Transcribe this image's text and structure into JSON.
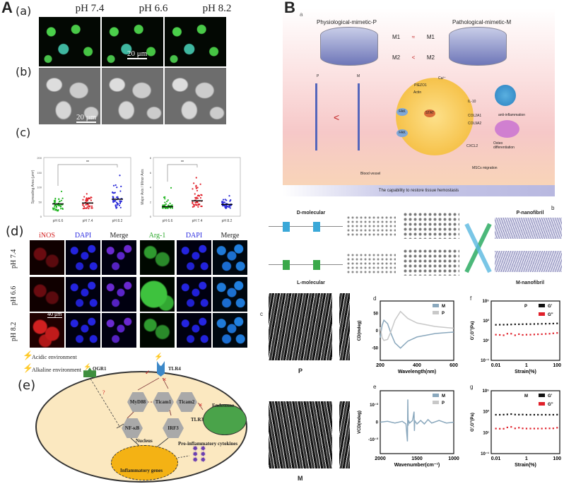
{
  "panelA": {
    "label": "A",
    "sub_a": "(a)",
    "sub_b": "(b)",
    "sub_c": "(c)",
    "sub_d": "(d)",
    "sub_e": "(e)",
    "columns": [
      "pH 7.4",
      "pH 6.6",
      "pH 8.2"
    ],
    "scale_a": "20 μm",
    "scale_b": "20 μm",
    "d_headers": [
      "iNOS",
      "DAPI",
      "Merge",
      "Arg-1",
      "DAPI",
      "Merge"
    ],
    "d_header_colors": [
      "#d42020",
      "#2a2ae0",
      "#222222",
      "#2aa82a",
      "#2a2ae0",
      "#222222"
    ],
    "d_rows": [
      "pH 7.4",
      "pH 6.6",
      "pH 8.2"
    ],
    "d_scale": "40 μm",
    "legend": [
      "Acidic environment",
      "Alkaline environment"
    ],
    "pathway": {
      "ogr1": "OGR1",
      "tlr4": "TLR4",
      "tlr3": "TLR3",
      "myd88": "MyD88",
      "ticam1": "Ticam1",
      "ticam2": "Ticam2",
      "nfkb": "NF-κB",
      "irf3": "IRF3",
      "endosome": "Endosome",
      "nucleus": "Nucleus",
      "genes": "Inflammatory genes",
      "cytokines": "Pro-inflammatory cytokines",
      "question": "?"
    }
  },
  "panelB": {
    "label": "B",
    "sub_a": "a",
    "sub_b": "b",
    "sub_c": "c",
    "sub_d": "d",
    "sub_e": "e",
    "sub_f": "f",
    "sub_g": "g",
    "illus": {
      "left_title": "Physiological-mimetic-P",
      "right_title": "Pathological-mimetic-M",
      "m1a": "M1",
      "m1sym": "≈",
      "m1b": "M1",
      "m2a": "M2",
      "m2sym": "<",
      "m2b": "M2",
      "p": "P",
      "m": "M",
      "lt": "<",
      "piezo": "PIEZO1",
      "ca": "Ca²⁺",
      "actin": "Actin",
      "fak1": "FAK",
      "fak2": "FAK",
      "stat": "STAT",
      "il10": "IL-10",
      "col2a1": "COL2A1",
      "col9a2": "COL9A2",
      "cxcl2": "CXCL2",
      "anti": "anti-inflammation",
      "osteo": "Osteo differentiation",
      "blood": "Blood vessel",
      "mscs": "MSCs migration",
      "band": "The capability to restore tissue hemostasis"
    },
    "mol": {
      "d": "D-molecular",
      "l": "L-molecular",
      "pn": "P-nanofibril",
      "mn": "M-nanofibril"
    },
    "c_labels": [
      "P",
      "M"
    ],
    "colors": {
      "M": "#8aa8bd",
      "P": "#c8c8c8",
      "Gp": "#111111",
      "Gpp": "#e0202a"
    }
  },
  "chart_data": [
    {
      "id": "A-c1",
      "type": "scatter",
      "ylabel": "Spreading Area (μm²)",
      "categories": [
        "pH 6.6",
        "pH 7.4",
        "pH 8.2"
      ],
      "yticks": [
        0,
        50,
        100,
        150,
        200
      ],
      "ylim": [
        0,
        200
      ],
      "medians": [
        42,
        45,
        58
      ],
      "ranges": [
        [
          15,
          90
        ],
        [
          20,
          90
        ],
        [
          22,
          160
        ]
      ],
      "colors": [
        "#1fb51f",
        "#e0202a",
        "#2a2ad8"
      ],
      "significance": "**"
    },
    {
      "id": "A-c2",
      "type": "scatter",
      "ylabel": "Major Axis / Minor Axis",
      "categories": [
        "pH 6.6",
        "pH 7.4",
        "pH 8.2"
      ],
      "yticks": [
        0,
        2,
        4,
        6,
        8
      ],
      "ylim": [
        0,
        8
      ],
      "medians": [
        1.3,
        2.1,
        1.6
      ],
      "ranges": [
        [
          1,
          4.1
        ],
        [
          1,
          6.3
        ],
        [
          1,
          3.1
        ]
      ],
      "colors": [
        "#1fb51f",
        "#e0202a",
        "#2a2ad8"
      ],
      "significance": "**"
    },
    {
      "id": "B-d",
      "type": "line",
      "xlabel": "Wavelength(nm)",
      "ylabel": "CD(mdeg)",
      "xlim": [
        200,
        600
      ],
      "ylim": [
        -85,
        85
      ],
      "xticks": [
        200,
        400,
        600
      ],
      "yticks": [
        50,
        0,
        -50
      ],
      "x": [
        200,
        210,
        220,
        240,
        260,
        280,
        310,
        350,
        400,
        500,
        600
      ],
      "series": [
        {
          "name": "M",
          "values": [
            -20,
            15,
            30,
            20,
            -10,
            -35,
            -50,
            -30,
            -18,
            -8,
            -4
          ]
        },
        {
          "name": "P",
          "values": [
            10,
            -20,
            -28,
            -25,
            0,
            30,
            55,
            35,
            22,
            12,
            7
          ]
        }
      ]
    },
    {
      "id": "B-e",
      "type": "line",
      "xlabel": "Wavenumber(cm⁻¹)",
      "ylabel": "VCD(mdeg)",
      "xlim": [
        2000,
        1000
      ],
      "ylim": [
        -0.0018,
        0.0018
      ],
      "xticks": [
        2000,
        1500,
        1000
      ],
      "ytick_labels": [
        "10⁻³",
        "0",
        "-10⁻³"
      ],
      "x": [
        2000,
        1900,
        1800,
        1700,
        1650,
        1630,
        1625,
        1620,
        1615,
        1600,
        1560,
        1540,
        1535,
        1530,
        1525,
        1500,
        1450,
        1400,
        1350,
        1300,
        1200,
        1100,
        1000
      ],
      "series": [
        {
          "name": "M",
          "values": [
            0,
            5e-05,
            -5e-05,
            5e-05,
            -0.0001,
            -0.0011,
            0.0013,
            -0.0002,
            0.0001,
            -5e-05,
            0.0001,
            0.0006,
            -0.0005,
            0.0001,
            5e-05,
            -0.0001,
            0.0001,
            -0.0001,
            0.00015,
            -5e-05,
            0.0001,
            -5e-05,
            0
          ]
        },
        {
          "name": "P",
          "values": []
        }
      ]
    },
    {
      "id": "B-f",
      "type": "scatter",
      "title": "P",
      "xlabel": "Strain(%)",
      "ylabel": "G′,G″(Pa)",
      "xscale": "log",
      "yscale": "log",
      "xlim": [
        0.005,
        150
      ],
      "ylim": [
        0.1,
        100000
      ],
      "xtick_labels": [
        "0.01",
        "1",
        "100"
      ],
      "ytick_labels": [
        "10⁻¹",
        "10¹",
        "10³",
        "10⁵"
      ],
      "x": [
        0.01,
        0.018,
        0.032,
        0.056,
        0.1,
        0.18,
        0.32,
        0.56,
        1,
        1.8,
        3.2,
        5.6,
        10,
        18,
        32,
        56,
        100
      ],
      "series": [
        {
          "name": "G'",
          "values": [
            400,
            410,
            410,
            420,
            430,
            450,
            450,
            460,
            470,
            470,
            480,
            490,
            500,
            510,
            520,
            530,
            550
          ]
        },
        {
          "name": "G''",
          "values": [
            40,
            38,
            35,
            50,
            50,
            35,
            45,
            38,
            40,
            40,
            42,
            44,
            45,
            48,
            50,
            55,
            60
          ]
        }
      ]
    },
    {
      "id": "B-g",
      "type": "scatter",
      "title": "M",
      "xlabel": "Strain(%)",
      "ylabel": "G′,G″(Pa)",
      "xscale": "log",
      "yscale": "log",
      "xlim": [
        0.005,
        150
      ],
      "ylim": [
        0.1,
        100000
      ],
      "xtick_labels": [
        "0.01",
        "1",
        "100"
      ],
      "ytick_labels": [
        "10⁻¹",
        "10¹",
        "10³",
        "10⁵"
      ],
      "x": [
        0.01,
        0.018,
        0.032,
        0.056,
        0.1,
        0.18,
        0.32,
        0.56,
        1,
        1.8,
        3.2,
        5.6,
        10,
        18,
        32,
        56,
        100
      ],
      "series": [
        {
          "name": "G'",
          "values": [
            520,
            520,
            530,
            560,
            600,
            540,
            530,
            540,
            520,
            520,
            520,
            520,
            520,
            520,
            520,
            520,
            530
          ]
        },
        {
          "name": "G''",
          "values": [
            25,
            24,
            24,
            32,
            36,
            26,
            30,
            26,
            25,
            25,
            25,
            25,
            25,
            26,
            26,
            26,
            30
          ]
        }
      ]
    }
  ]
}
